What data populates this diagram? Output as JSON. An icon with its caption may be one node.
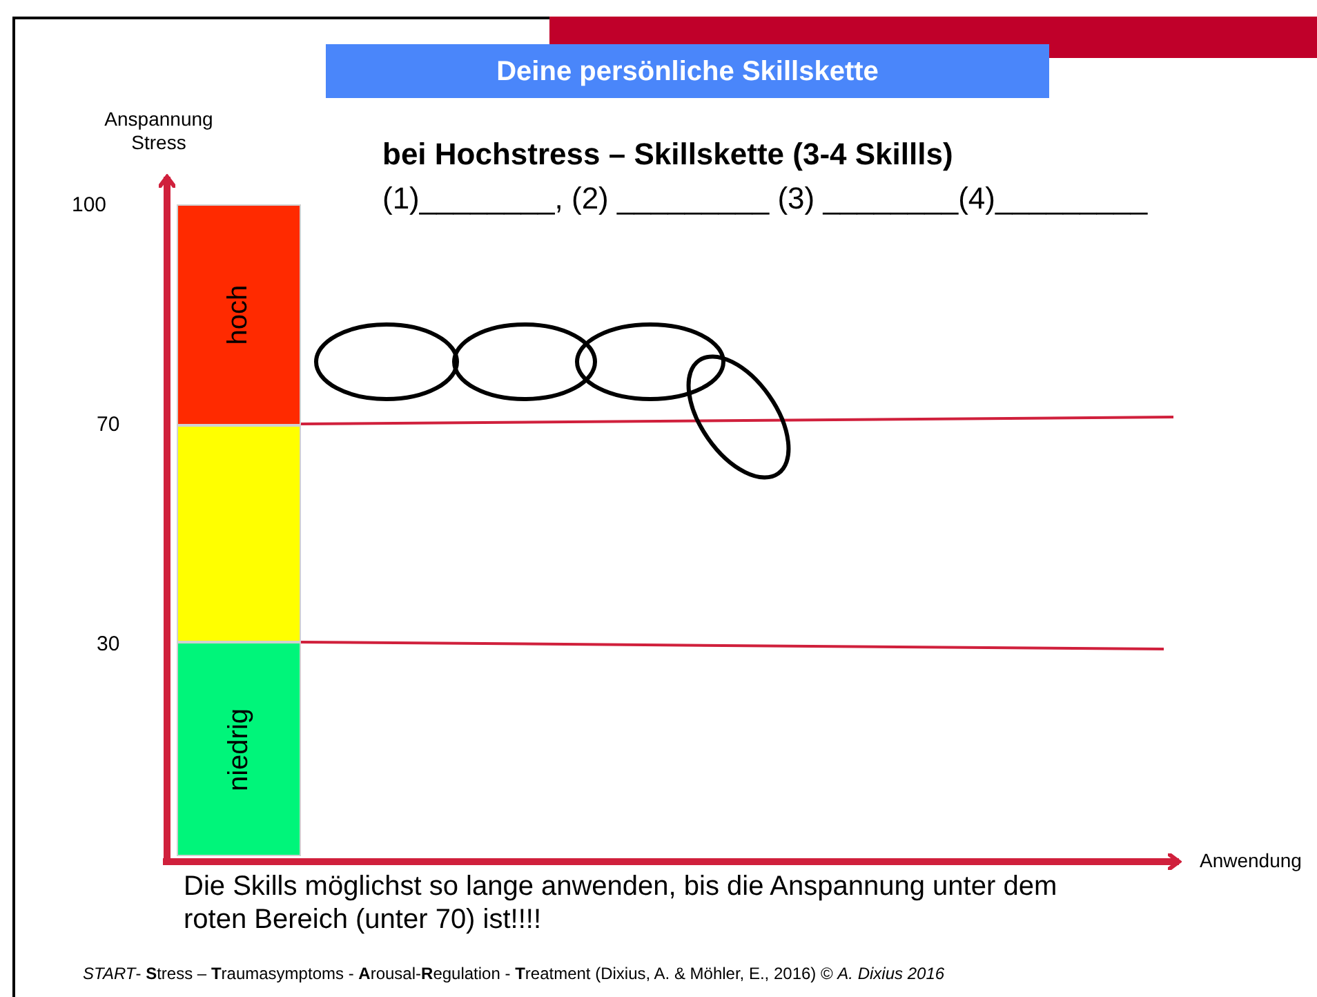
{
  "diagram": {
    "title": "Deine persönliche Skillskette",
    "nodes": [
      {
        "text": [
          "hoch"
        ]
      },
      {
        "text": [],
        "shape": "box"
      },
      {
        "text": [
          "niedrig"
        ]
      }
    ],
    "labels": [
      "Anspannung Stress",
      "100",
      "70",
      "30",
      "bei Hochstress – Skillskette (3-4 Skillls)",
      "(1)________, (2) _________ (3) ________(4)_________",
      "Anwendung",
      "Die Skills möglichst so lange anwenden, bis die Anspannung unter dem roten Bereich (unter 70) ist!!!!"
    ],
    "caption": "*START*- **S**tress – **T**raumasymptoms - **A**rousal-**R**egulation - **T**reatment  (Dixius, A. & Möhler, E., 2016) © *A. Dixius 2016*"
  }
}
